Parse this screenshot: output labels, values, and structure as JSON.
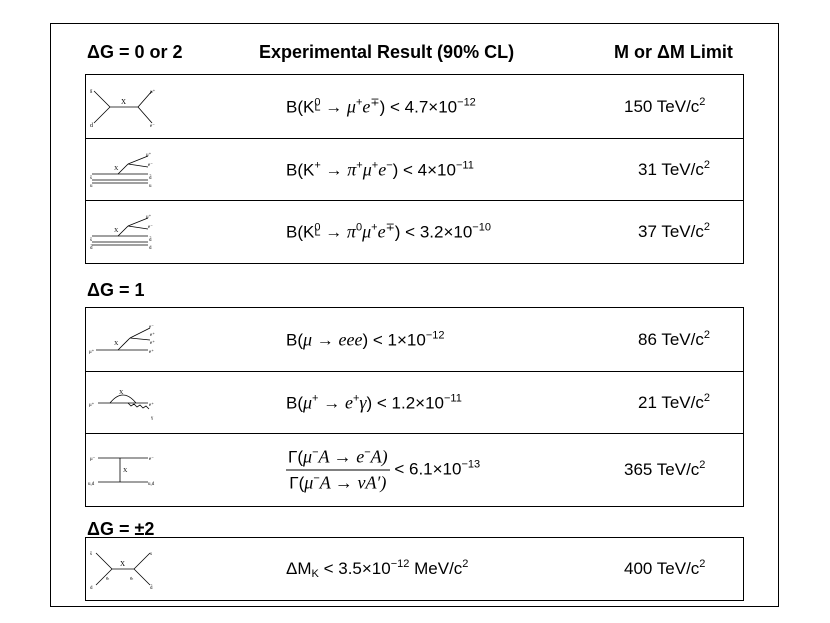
{
  "headers": {
    "col1": "ΔG = 0 or 2",
    "col2": "Experimental Result (90% CL)",
    "col3": "M or ΔM Limit"
  },
  "sections": {
    "g1": "ΔG = 1",
    "g2": "ΔG = ±2"
  },
  "rows": [
    {
      "diagram": "s-d-to-mu-e-exchange-diagram",
      "result": {
        "pre": "B(K",
        "sub": "L",
        "sup0": "0",
        "arrow": " → ",
        "final": "μ",
        "final_sup": "+",
        "final2": "e",
        "final2_sup": "∓",
        "close": ")",
        "op": " < 4.7×10",
        "exp": "−12"
      },
      "limit": {
        "value": "150 TeV/c",
        "exp": "2"
      }
    },
    {
      "diagram": "kaon-to-pi-mu-e-diagram",
      "result": {
        "pre": "B(K",
        "sup0": "+",
        "arrow": " → ",
        "pi": "π",
        "pi_sup": "+",
        "final": "μ",
        "final_sup": "+",
        "final2": "e",
        "final2_sup": "−",
        "close": ")",
        "op": " < 4×10",
        "exp": "−11"
      },
      "limit": {
        "value": "31 TeV/c",
        "exp": "2"
      }
    },
    {
      "diagram": "kl-to-pi0-mu-e-diagram",
      "result": {
        "pre": "B(K",
        "sub": "L",
        "sup0": "0",
        "arrow": " → ",
        "pi": "π",
        "pi_sup": "0",
        "final": "μ",
        "final_sup": "+",
        "final2": "e",
        "final2_sup": "∓",
        "close": ")",
        "op": " < 3.2×10",
        "exp": "−10"
      },
      "limit": {
        "value": "37 TeV/c",
        "exp": "2"
      }
    },
    {
      "diagram": "mu-to-eee-diagram",
      "result": {
        "pre": "B(",
        "m1": "μ",
        "arrow": " → ",
        "m2": "eee",
        "close": ")",
        "op": " < 1×10",
        "exp": "−12"
      },
      "limit": {
        "value": "86 TeV/c",
        "exp": "2"
      }
    },
    {
      "diagram": "mu-to-e-gamma-diagram",
      "result": {
        "pre": "B(",
        "m1": "μ",
        "m1_sup": "+",
        "arrow": " → ",
        "m2": "e",
        "m2_sup": "+",
        "m3": "γ",
        "close": ")",
        "op": " < 1.2×10",
        "exp": "−11"
      },
      "limit": {
        "value": "21 TeV/c",
        "exp": "2"
      }
    },
    {
      "diagram": "mu-e-conversion-diagram",
      "result": {
        "num": {
          "a": "Γ(",
          "b": "μ",
          "b_sup": "−",
          "c": "A → ",
          "d": "e",
          "d_sup": "−",
          "e": "A)"
        },
        "den": {
          "a": "Γ(",
          "b": "μ",
          "b_sup": "−",
          "c": "A → ",
          "d": "ν",
          "e": "A′)"
        },
        "op": " < 6.1×10",
        "exp": "−13"
      },
      "limit": {
        "value": "365 TeV/c",
        "exp": "2"
      }
    },
    {
      "diagram": "kaon-mass-difference-diagram",
      "result": {
        "pre": "ΔM",
        "sub": "K",
        "op": " < 3.5×10",
        "exp": "−12",
        "unit": " MeV/c",
        "unit_exp": "2"
      },
      "limit": {
        "value": "400 TeV/c",
        "exp": "2"
      }
    }
  ],
  "diagram_labels": {
    "x": "X",
    "sbar": "s̄",
    "s": "s",
    "d": "d",
    "dbar": "d̄",
    "u": "u",
    "ubar": "ū",
    "mu_plus": "μ⁺",
    "mu_minus": "μ⁻",
    "e_minus": "e⁻",
    "e_plus": "e⁺",
    "gamma": "γ",
    "ud": "u,d",
    "gx": "gₓ"
  }
}
